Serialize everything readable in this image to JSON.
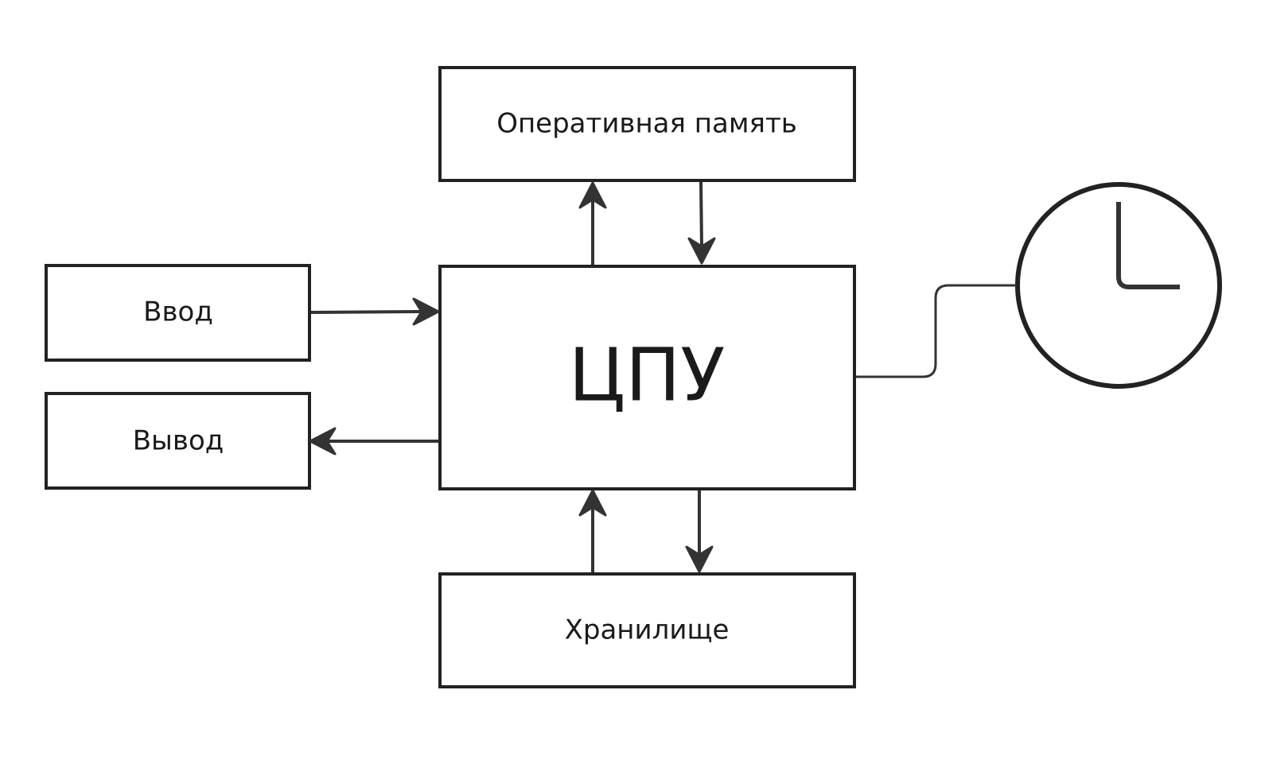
{
  "nodes": {
    "ram": {
      "label": "Оперативная память"
    },
    "cpu": {
      "label": "ЦПУ"
    },
    "input": {
      "label": "Ввод"
    },
    "output": {
      "label": "Вывод"
    },
    "storage": {
      "label": "Хранилище"
    },
    "clock": {
      "icon": "clock-icon"
    }
  },
  "edges": [
    {
      "from": "cpu",
      "to": "ram"
    },
    {
      "from": "ram",
      "to": "cpu"
    },
    {
      "from": "input",
      "to": "cpu"
    },
    {
      "from": "cpu",
      "to": "output"
    },
    {
      "from": "storage",
      "to": "cpu"
    },
    {
      "from": "cpu",
      "to": "storage"
    },
    {
      "from": "cpu",
      "to": "clock",
      "directed": false
    }
  ],
  "colors": {
    "stroke": "#222222",
    "arrow": "#333333",
    "text": "#1a1a1a",
    "background": "#ffffff"
  }
}
